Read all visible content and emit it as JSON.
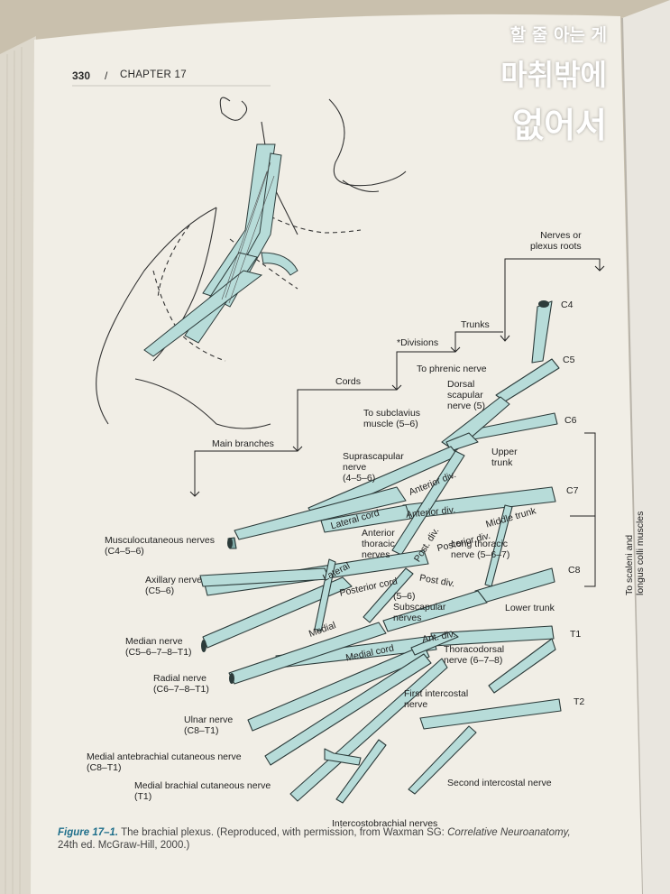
{
  "header": {
    "page_number": "330",
    "separator": "/",
    "chapter": "CHAPTER 17"
  },
  "watermark": {
    "line1": "할 줄 아는 게",
    "line2": "마취밖에",
    "line3": "없어서"
  },
  "labels": {
    "nerves_roots": "Nerves or\nplexus roots",
    "trunks": "Trunks",
    "divisions": "*Divisions",
    "cords": "Cords",
    "main_branches": "Main branches",
    "to_phrenic": "To phrenic nerve",
    "dorsal_scapular": "Dorsal\nscapular\nnerve (5)",
    "to_subclavius": "To subclavius\nmuscle (5–6)",
    "suprascapular": "Suprascapular\nnerve\n(4–5–6)",
    "upper_trunk": "Upper\ntrunk",
    "middle_trunk": "Middle trunk",
    "lower_trunk": "Lower trunk",
    "anterior_div_1": "Anterior div.",
    "anterior_div_2": "Anterior div.",
    "post_div_1": "Post. div.",
    "posterior_div": "Posterior div.",
    "post_div_2": "Post div.",
    "ant_div": "Ant. div.",
    "lateral_cord": "Lateral cord",
    "posterior_cord": "Posterior cord",
    "medial_cord": "Medial cord",
    "anterior_thoracic": "Anterior\nthoracic\nnerves",
    "long_thoracic": "Long thoracic\nnerve (5–6–7)",
    "subscapular": "(5–6)\nSubscapular\nnerves",
    "thoracodorsal": "Thoracodorsal\nnerve (6–7–8)",
    "lateral": "Lateral",
    "medial": "Medial",
    "first_intercostal": "First intercostal\nnerve",
    "second_intercostal": "Second intercostal nerve",
    "intercostobrachial": "Intercostobrachial nerves",
    "musculocutaneous": "Musculocutaneous nerves\n(C4–5–6)",
    "axillary": "Axillary nerve\n(C5–6)",
    "median": "Median nerve\n(C5–6–7–8–T1)",
    "radial": "Radial nerve\n(C6–7–8–T1)",
    "ulnar": "Ulnar nerve\n(C8–T1)",
    "med_antebrachial": "Medial antebrachial cutaneous nerve\n(C8–T1)",
    "med_brachial": "Medial brachial cutaneous nerve\n(T1)",
    "scaleni": "To scaleni and\nlongus colli muscles",
    "c4": "C4",
    "c5": "C5",
    "c6": "C6",
    "c7": "C7",
    "c8": "C8",
    "t1": "T1",
    "t2": "T2"
  },
  "caption": {
    "fig": "Figure 17–1.",
    "text1": " The brachial plexus. (Reproduced, with permission, from Waxman SG: ",
    "book": "Correlative Neuroanatomy,",
    "text2": "24th ed. McGraw-Hill, 2000.)"
  },
  "colors": {
    "nerve_fill": "#b7dcd9",
    "nerve_stroke": "#2c3b3a",
    "page": "#f2efe7"
  }
}
